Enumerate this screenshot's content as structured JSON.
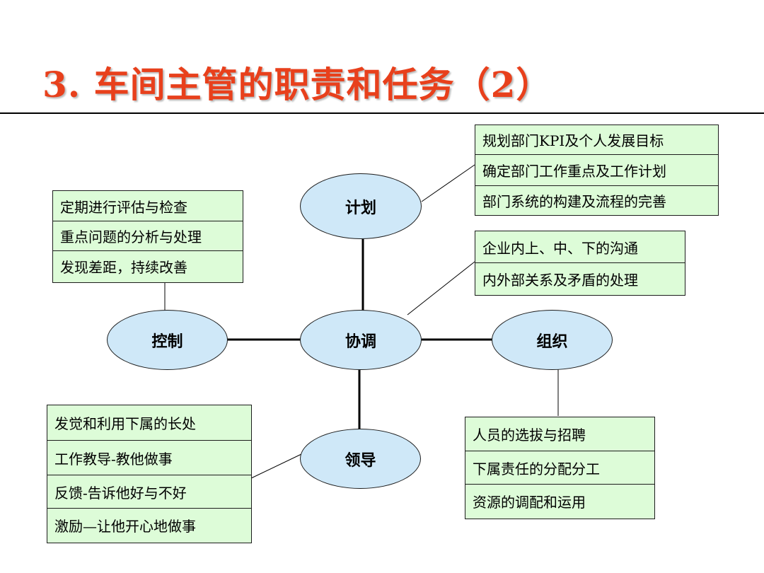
{
  "title": "3. 车间主管的职责和任务（2）",
  "nodes": {
    "plan": "计划",
    "coordinate": "协调",
    "control": "控制",
    "organize": "组织",
    "lead": "领导"
  },
  "boxes": {
    "plan": [
      "规划部门KPI及个人发展目标",
      "确定部门工作重点及工作计划",
      "部门系统的构建及流程的完善"
    ],
    "control": [
      "定期进行评估与检查",
      "重点问题的分析与处理",
      "发现差距，持续改善"
    ],
    "coordinate": [
      "企业内上、中、下的沟通",
      "内外部关系及矛盾的处理"
    ],
    "lead": [
      "发觉和利用下属的长处",
      "工作教导-教他做事",
      "反馈-告诉他好与不好",
      "激励—让他开心地做事"
    ],
    "organize": [
      "人员的选拔与招聘",
      "下属责任的分配分工",
      "资源的调配和运用"
    ]
  },
  "colors": {
    "title": "#e8401c",
    "node_fill": "#cfe8f8",
    "box_fill": "#ddfcd8"
  }
}
